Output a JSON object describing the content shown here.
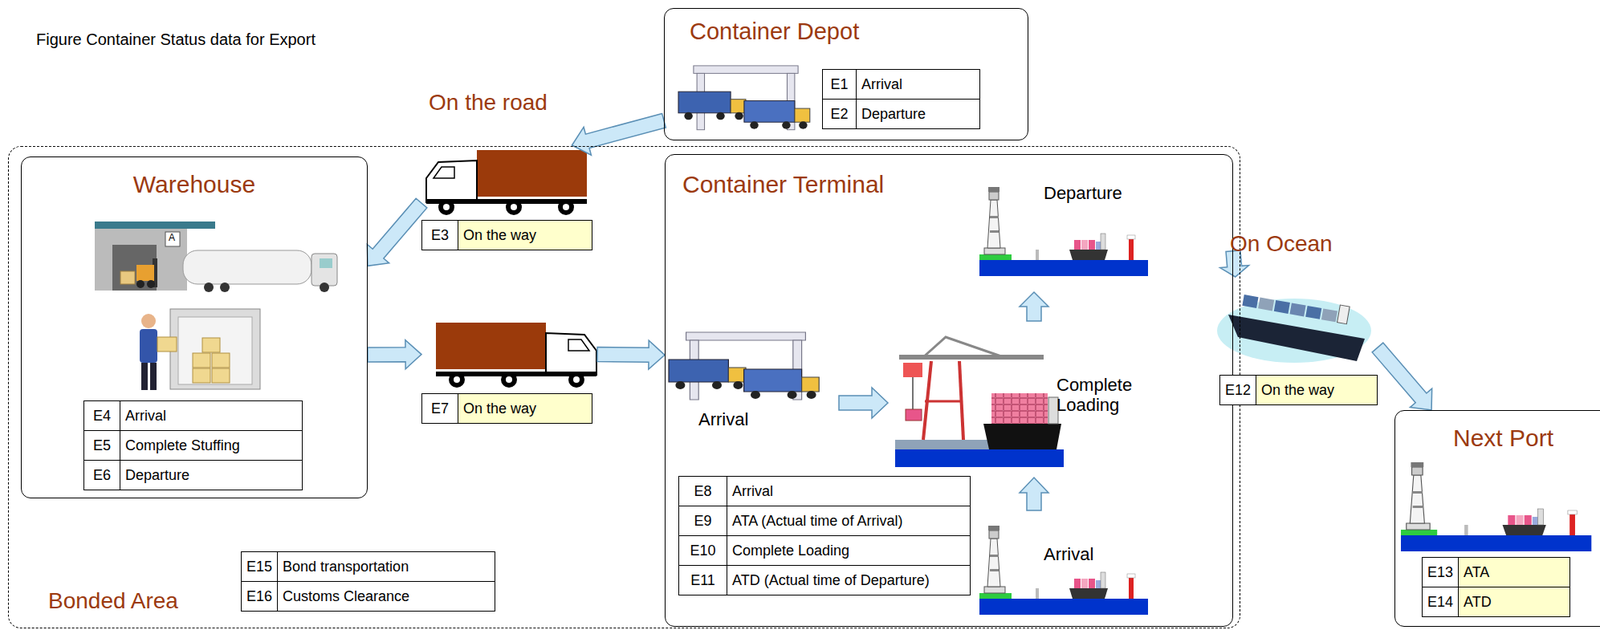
{
  "diagram": {
    "title": "Figure Container Status data for Export",
    "nodes": [
      {
        "text": [
          "Container Depot"
        ]
      },
      {
        "text": [
          "E1",
          "Arrival"
        ],
        "in": 0
      },
      {
        "text": [
          "E2",
          "Departure"
        ],
        "in": 0
      },
      {
        "text": [
          "Bonded Area"
        ]
      },
      {
        "text": [
          "Warehouse"
        ],
        "in": 3
      },
      {
        "text": [
          "E4",
          "Arrival"
        ],
        "in": 4
      },
      {
        "text": [
          "E5",
          "Complete Stuffing"
        ],
        "in": 4
      },
      {
        "text": [
          "E6",
          "Departure"
        ],
        "in": 4
      },
      {
        "text": [
          "E3",
          "On the way"
        ],
        "in": 3
      },
      {
        "text": [
          "E7",
          "On the way"
        ],
        "in": 3
      },
      {
        "text": [
          "Container Terminal"
        ],
        "in": 3
      },
      {
        "text": [
          "E8",
          "Arrival"
        ],
        "in": 10
      },
      {
        "text": [
          "E9",
          "ATA (Actual time of Arrival)"
        ],
        "in": 10
      },
      {
        "text": [
          "E10",
          "Complete Loading"
        ],
        "in": 10
      },
      {
        "text": [
          "E11",
          "ATD (Actual time of Departure)"
        ],
        "in": 10
      },
      {
        "text": [
          "E15",
          "Bond transportation"
        ],
        "in": 3
      },
      {
        "text": [
          "E16",
          "Customs Clearance"
        ],
        "in": 3
      },
      {
        "text": [
          "E12",
          "On the way"
        ]
      },
      {
        "text": [
          "Next Port"
        ]
      },
      {
        "text": [
          "E13",
          "ATA"
        ],
        "in": 18
      },
      {
        "text": [
          "E14",
          "ATD"
        ],
        "in": 18
      }
    ],
    "edges": [
      {
        "from": 0,
        "to": 8,
        "arrow": "to"
      },
      {
        "from": 8,
        "to": 4,
        "arrow": "to"
      },
      {
        "from": 4,
        "to": 9,
        "arrow": "to"
      },
      {
        "from": 9,
        "to": 10,
        "arrow": "to"
      },
      {
        "from": 10,
        "to": 17,
        "arrow": "to"
      },
      {
        "from": 17,
        "to": 18,
        "arrow": "to"
      }
    ],
    "labels": [
      "On the road",
      "On Ocean",
      "Arrival",
      "Complete Loading",
      "Departure",
      "Arrival",
      "A"
    ]
  }
}
